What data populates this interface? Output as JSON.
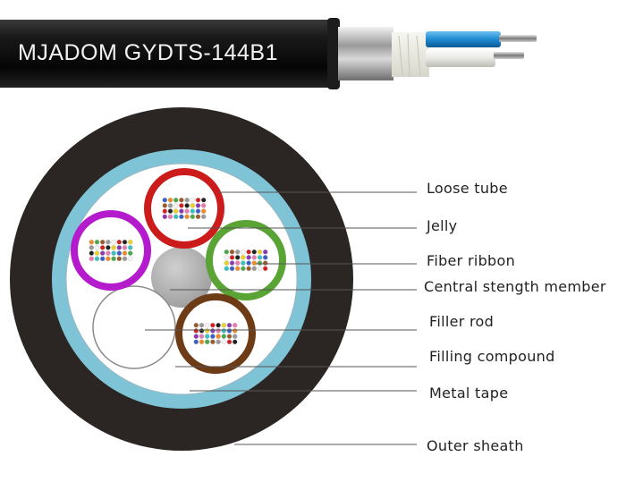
{
  "cable_marking": "MJADOM GYDTS-144B1",
  "labels": {
    "loose_tube": "Loose tube",
    "jelly": "Jelly",
    "fiber_ribbon": "Fiber ribbon",
    "central_strength_member": "Central stength member",
    "filler_rod": "Filler rod",
    "filling_compound": "Filling compound",
    "metal_tape": "Metal tape",
    "outer_sheath": "Outer sheath"
  },
  "colors": {
    "outer_sheath": "#2b2523",
    "metal_tape": "#7ec3d6",
    "tube_red": "#cc1b1b",
    "tube_purple": "#b31bcc",
    "tube_green": "#5aa436",
    "tube_brown": "#6e3b17",
    "central_member": "#b3b3b3",
    "cable_jacket": "#111111",
    "blue_tube": "#1e8ad0"
  },
  "fiber_colors": [
    "#3a5fc8",
    "#f08a24",
    "#4aa84a",
    "#9a5a2a",
    "#9a9a9a",
    "#f4f4f4",
    "#d52020",
    "#222222",
    "#e8d22a",
    "#8a3ab0",
    "#e57bb0",
    "#3ac0c0"
  ]
}
